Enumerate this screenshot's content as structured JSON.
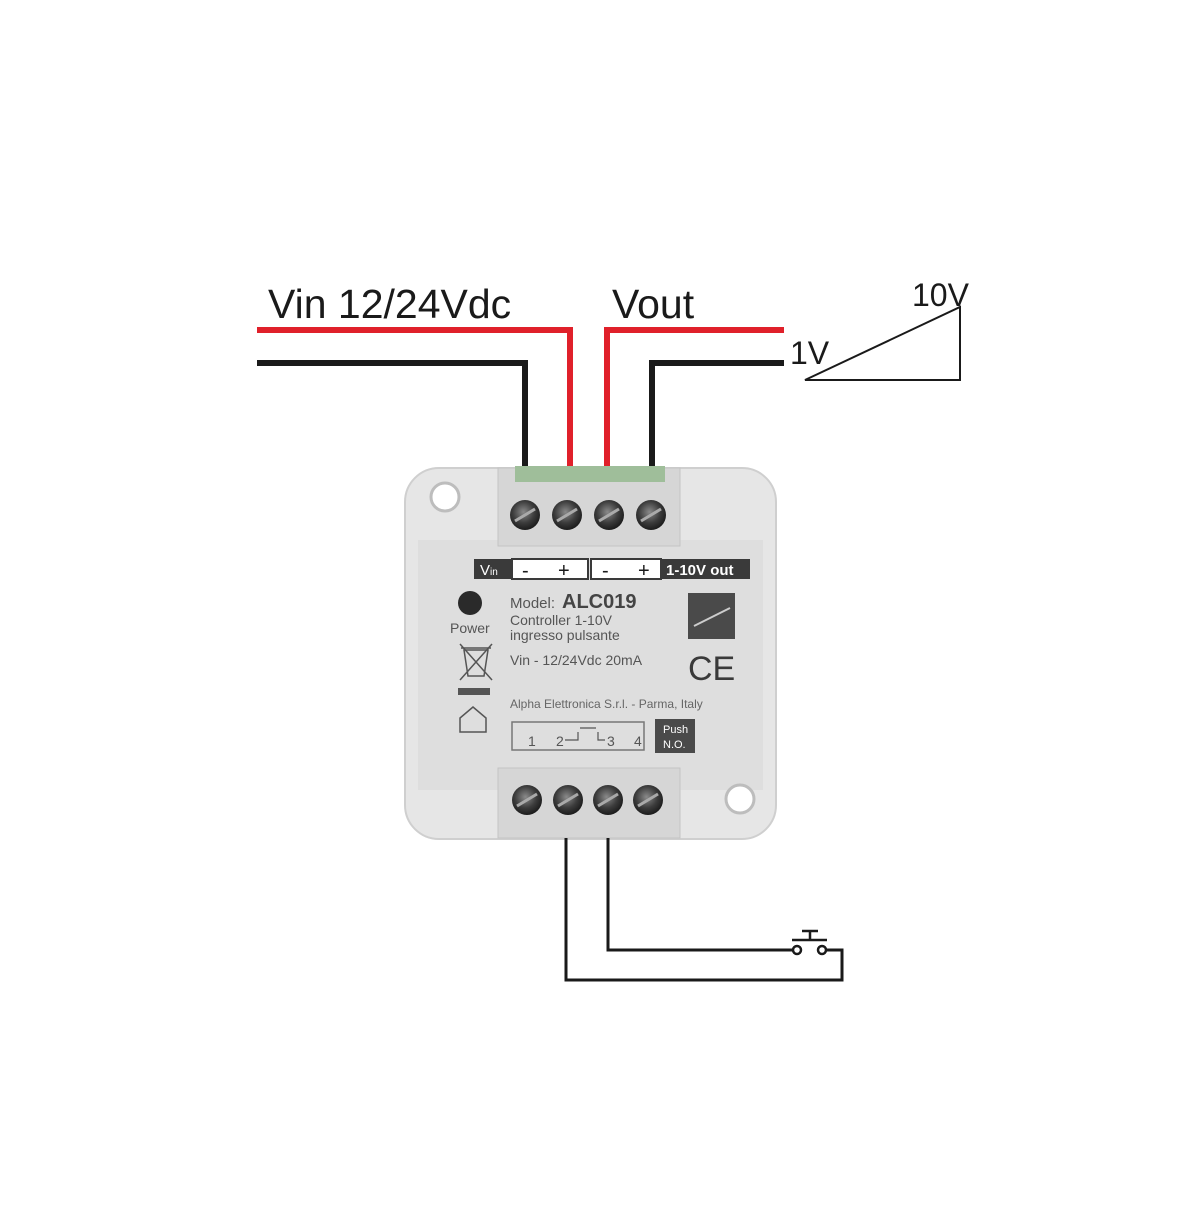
{
  "labels": {
    "vin": "Vin 12/24Vdc",
    "vout": "Vout",
    "ramp_high": "10V",
    "ramp_low": "1V"
  },
  "device": {
    "top_strip": {
      "vin": "V",
      "vin_sub": "in",
      "minus_a": "-",
      "plus_a": "+",
      "minus_b": "-",
      "plus_b": "+",
      "out": "1-10V out"
    },
    "model_label": "Model:",
    "model": "ALC019",
    "desc1": "Controller 1-10V",
    "desc2": "ingresso pulsante",
    "rating": "Vin - 12/24Vdc 20mA",
    "power": "Power",
    "maker": "Alpha Elettronica S.r.l. - Parma, Italy",
    "ce": "CE",
    "terminals": [
      "1",
      "2",
      "3",
      "4"
    ],
    "push_line1": "Push",
    "push_line2": "N.O."
  },
  "colors": {
    "red_wire": "#e0202a",
    "black_wire": "#1a1a1a",
    "body": "#e6e6e6",
    "strip": "#3a3a3a"
  }
}
